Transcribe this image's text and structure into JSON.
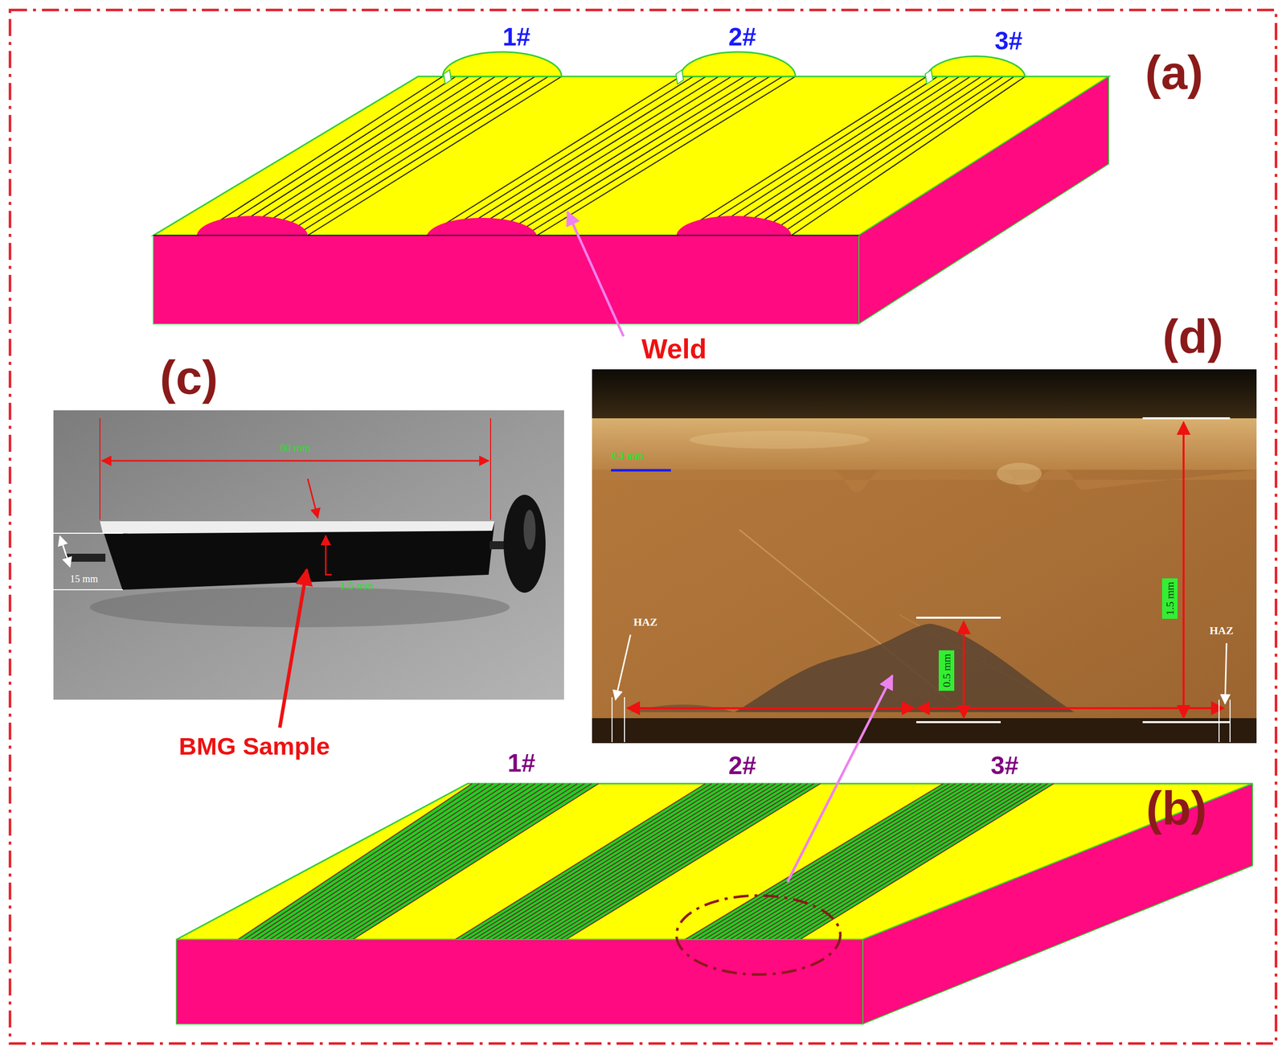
{
  "diagram": {
    "nodes": [
      {
        "text": [
          "1.5 mm"
        ]
      },
      {
        "text": [
          "0.5 mm"
        ]
      }
    ],
    "labels": [
      "1#",
      "2#",
      "3#",
      "(a)",
      "Weld",
      "(d)",
      "(c)",
      "80 mm",
      "1.5 mm",
      "0.3 mm",
      "15 mm",
      "HAZ",
      "HAZ",
      "BMG Sample",
      "1#",
      "2#",
      "3#",
      "(b)"
    ]
  }
}
